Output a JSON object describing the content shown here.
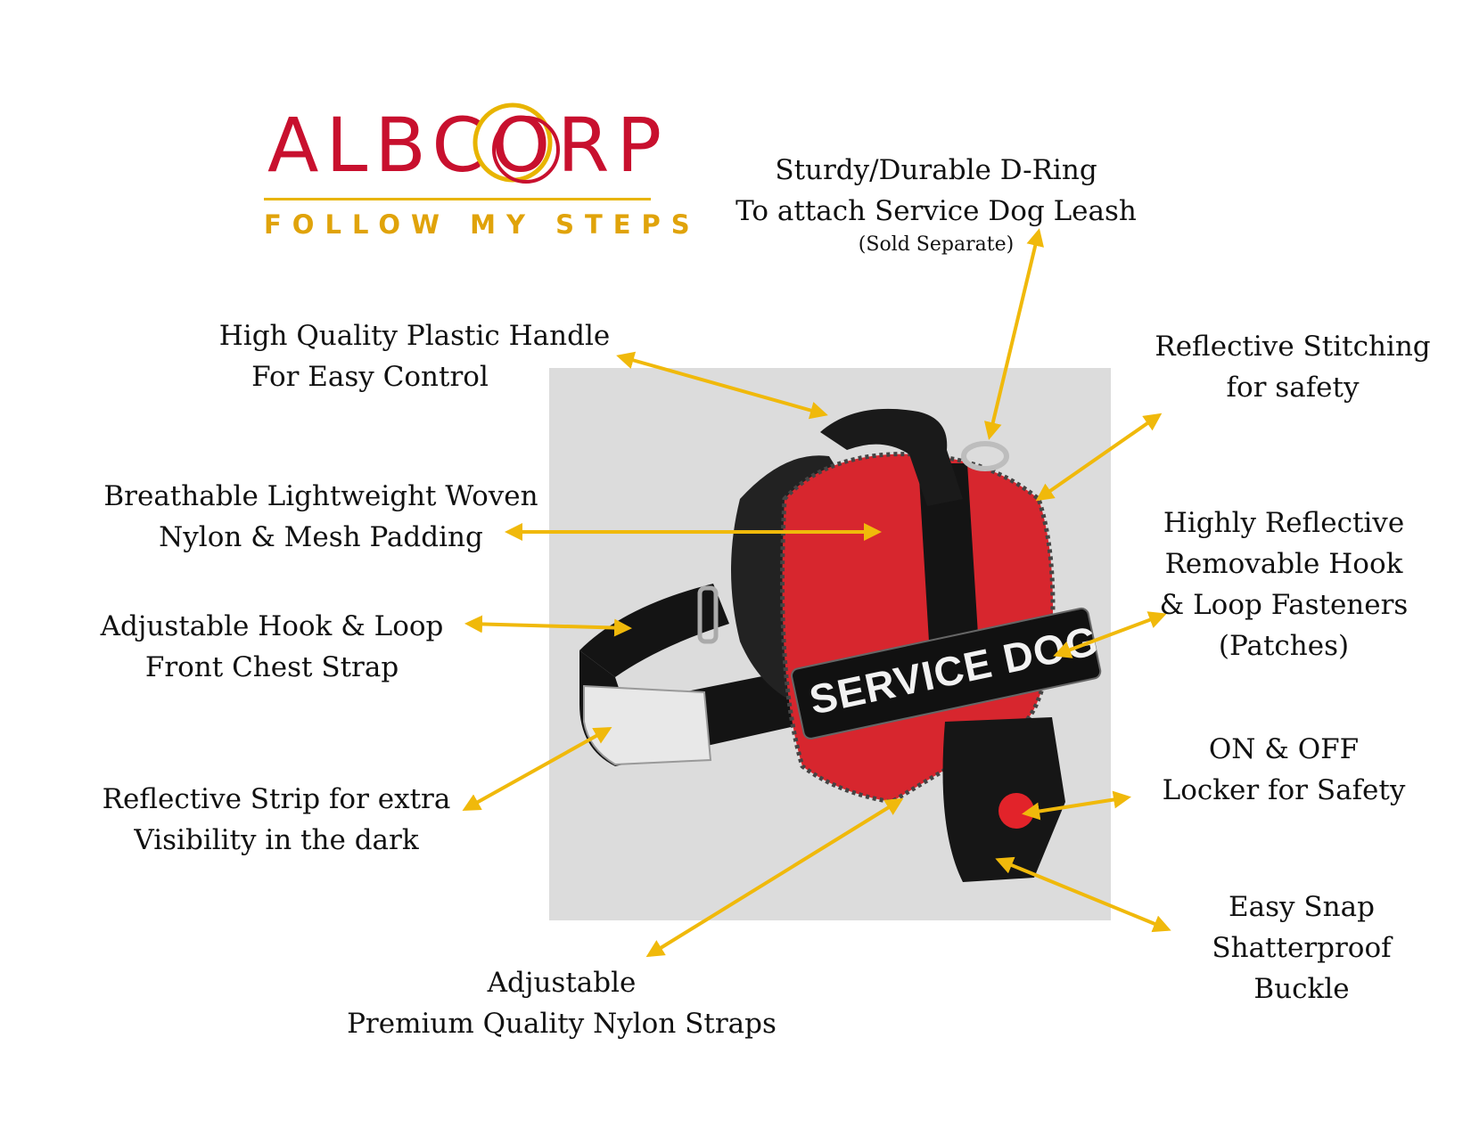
{
  "logo": {
    "wordmark": "ALBCORP",
    "tagline": "FOLLOW MY STEPS",
    "red": "#c8102e",
    "gold": "#e0a30a"
  },
  "product": {
    "patch_text": "SERVICE DOG",
    "harness_red": "#d7262e",
    "strap_black": "#141414",
    "background_gray": "#dcdcdc"
  },
  "callouts": {
    "d_ring": {
      "line1": "Sturdy/Durable D-Ring",
      "line2": "To attach Service Dog Leash",
      "note": "(Sold Separate)"
    },
    "handle": {
      "line1": "High Quality Plastic Handle",
      "line2": "For Easy Control"
    },
    "stitching": {
      "line1": "Reflective Stitching",
      "line2": "for safety"
    },
    "padding": {
      "line1": "Breathable Lightweight Woven",
      "line2": "Nylon & Mesh Padding"
    },
    "fasteners": {
      "line1": "Highly Reflective",
      "line2": "Removable Hook",
      "line3": "& Loop Fasteners",
      "line4": "(Patches)"
    },
    "chest_strap": {
      "line1": "Adjustable Hook & Loop",
      "line2": "Front Chest Strap"
    },
    "locker": {
      "line1": "ON & OFF",
      "line2": "Locker for Safety"
    },
    "strip": {
      "line1": "Reflective Strip for extra",
      "line2": "Visibility in the dark"
    },
    "buckle": {
      "line1": "Easy Snap",
      "line2": "Shatterproof",
      "line3": "Buckle"
    },
    "straps": {
      "line1": "Adjustable",
      "line2": "Premium Quality Nylon Straps"
    }
  },
  "arrow_color": "#f0b90b"
}
